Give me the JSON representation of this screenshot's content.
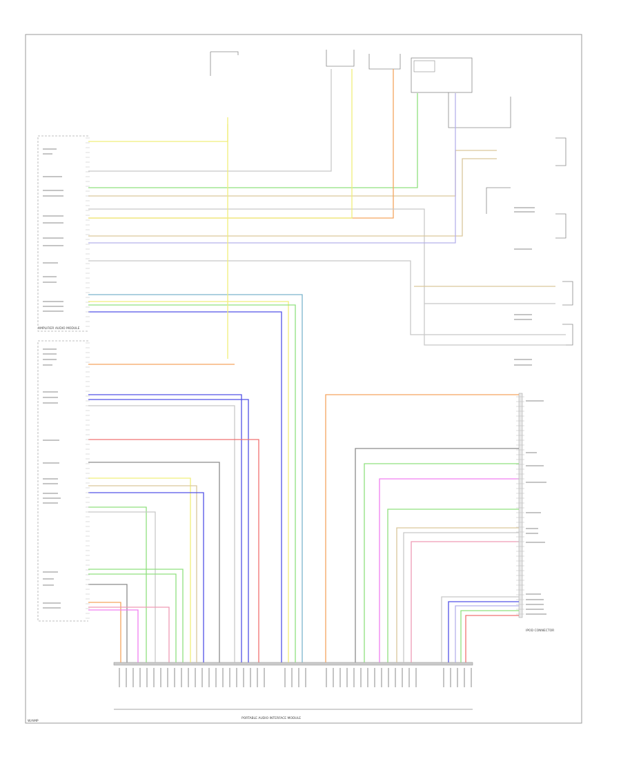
{
  "colors": {
    "yellow": "#f0ef7a",
    "green": "#8fe07e",
    "orange": "#f5a45e",
    "pink": "#ef9ab5",
    "red": "#f07070",
    "blue": "#5050e6",
    "teal": "#7ab4cc",
    "magenta": "#f07ef0",
    "tan": "#d9c79a",
    "lavender": "#b5b0ea",
    "gray": "#8a8a8a",
    "darkgray": "#555555",
    "lightgray": "#c8c8c8",
    "frame": "#9a9a9a"
  },
  "labels": {
    "bottom_connector": "PORTABLE AUDIO INTERFACE MODULE",
    "amp_module": "AMPLIFIER AUDIO MODULE",
    "ipod_connector": "IPOD CONNECTOR",
    "page_code": "W/AMP"
  }
}
